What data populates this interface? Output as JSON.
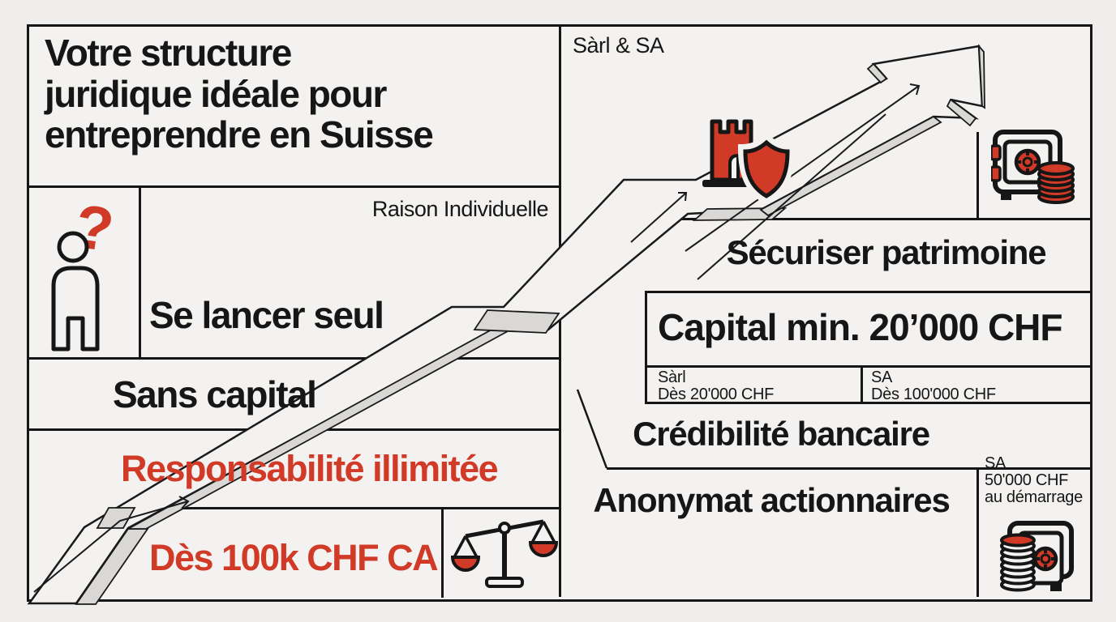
{
  "colors": {
    "background": "#efeeec",
    "panel": "#f3f2f0",
    "line": "#161616",
    "accent_red": "#d03a27",
    "gray_3d": "#d9d8d6"
  },
  "title": {
    "line1": "Votre structure",
    "line2": "juridique idéale pour",
    "line3": "entreprendre en Suisse"
  },
  "left_panel": {
    "header_label": "Raison Individuelle",
    "point1": "Se lancer seul",
    "point2": "Sans capital",
    "point3": "Responsabilité illimitée",
    "point4": "Dès 100k CHF CA",
    "icons": [
      "person-question-icon",
      "justice-scales-icon"
    ]
  },
  "right_panel": {
    "header_label": "Sàrl & SA",
    "point1": "Sécuriser patrimoine",
    "capital_title": "Capital min. 20’000 CHF",
    "capital_cols": {
      "sarl_name": "Sàrl",
      "sarl_value": "Dès 20'000 CHF",
      "sa_name": "SA",
      "sa_value": "Dès 100'000 CHF"
    },
    "point2": "Crédibilité bancaire",
    "point3": "Anonymat actionnaires",
    "sa_note": {
      "line1": "SA",
      "line2": "50'000 CHF",
      "line3": "au démarrage"
    },
    "icons": [
      "castle-shield-icon",
      "safe-coins-icon",
      "coins-safe-icon",
      "growth-arrow"
    ]
  }
}
